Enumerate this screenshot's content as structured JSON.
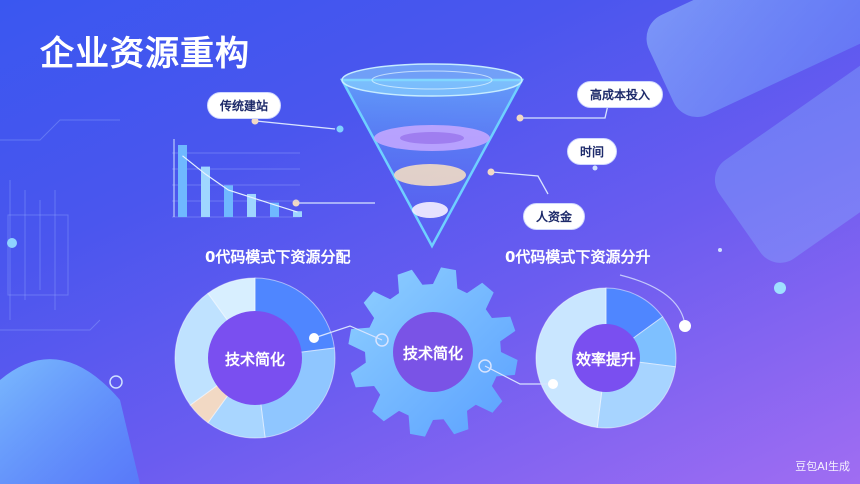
{
  "title": "企业资源重构",
  "funnel_labels": {
    "left": "传统建站",
    "right_top": "高成本投入",
    "right_mid": "时间",
    "right_bottom": "人资金"
  },
  "sections": {
    "left_title": "0代码模式下资源分配",
    "right_title": "0代码模式下资源分升"
  },
  "left_donut": {
    "center": "技术简化",
    "segments": [
      {
        "color": "#4f86ff",
        "fraction": 0.23
      },
      {
        "color": "#8fc6ff",
        "fraction": 0.25
      },
      {
        "color": "#a9d6ff",
        "fraction": 0.12
      },
      {
        "color": "#f2d9c4",
        "fraction": 0.05
      },
      {
        "color": "#bfe2ff",
        "fraction": 0.25
      },
      {
        "color": "#d8efff",
        "fraction": 0.1
      }
    ]
  },
  "gear": {
    "center": "技术简化"
  },
  "right_donut": {
    "center": "效率提升",
    "segments": [
      {
        "color": "#4f86ff",
        "fraction": 0.15
      },
      {
        "color": "#7ec0ff",
        "fraction": 0.12
      },
      {
        "color": "#a7d4ff",
        "fraction": 0.25
      },
      {
        "color": "#c9e6ff",
        "fraction": 0.48
      }
    ]
  },
  "bar_chart": {
    "values": [
      5,
      3.5,
      2.2,
      1.6,
      1.0,
      0.4
    ]
  },
  "watermark": "豆包AI生成",
  "colors": {
    "accent": "#4f86ff",
    "background_start": "#3a57f0",
    "background_end": "#a06df2"
  }
}
